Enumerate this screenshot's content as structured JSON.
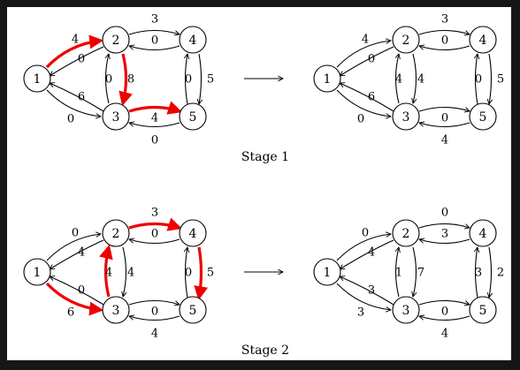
{
  "stages": [
    {
      "caption": "Stage 1",
      "before": {
        "nodes": [
          "1",
          "2",
          "3",
          "4",
          "5"
        ],
        "edges": [
          {
            "from": "1",
            "to": "2",
            "label": "4",
            "highlight": true
          },
          {
            "from": "2",
            "to": "1",
            "label": "0",
            "highlight": false
          },
          {
            "from": "3",
            "to": "1",
            "label": "6",
            "highlight": false
          },
          {
            "from": "1",
            "to": "3",
            "label": "0",
            "highlight": false
          },
          {
            "from": "2",
            "to": "4",
            "label": "3",
            "highlight": false
          },
          {
            "from": "4",
            "to": "2",
            "label": "0",
            "highlight": false
          },
          {
            "from": "3",
            "to": "2",
            "label": "0",
            "highlight": false
          },
          {
            "from": "2",
            "to": "3",
            "label": "8",
            "highlight": true
          },
          {
            "from": "5",
            "to": "4",
            "label": "0",
            "highlight": false
          },
          {
            "from": "4",
            "to": "5",
            "label": "5",
            "highlight": false
          },
          {
            "from": "3",
            "to": "5",
            "label": "4",
            "highlight": true
          },
          {
            "from": "5",
            "to": "3",
            "label": "0",
            "highlight": false
          }
        ]
      },
      "after": {
        "nodes": [
          "1",
          "2",
          "3",
          "4",
          "5"
        ],
        "edges": [
          {
            "from": "2",
            "to": "1",
            "label": "0",
            "highlight": false
          },
          {
            "from": "1",
            "to": "2",
            "label": "4",
            "highlight": false
          },
          {
            "from": "3",
            "to": "1",
            "label": "6",
            "highlight": false
          },
          {
            "from": "1",
            "to": "3",
            "label": "0",
            "highlight": false
          },
          {
            "from": "2",
            "to": "4",
            "label": "3",
            "highlight": false
          },
          {
            "from": "4",
            "to": "2",
            "label": "0",
            "highlight": false
          },
          {
            "from": "3",
            "to": "2",
            "label": "4",
            "highlight": false
          },
          {
            "from": "2",
            "to": "3",
            "label": "4",
            "highlight": false
          },
          {
            "from": "5",
            "to": "4",
            "label": "0",
            "highlight": false
          },
          {
            "from": "4",
            "to": "5",
            "label": "5",
            "highlight": false
          },
          {
            "from": "3",
            "to": "5",
            "label": "0",
            "highlight": false
          },
          {
            "from": "5",
            "to": "3",
            "label": "4",
            "highlight": false
          }
        ]
      }
    },
    {
      "caption": "Stage 2",
      "before": {
        "nodes": [
          "1",
          "2",
          "3",
          "4",
          "5"
        ],
        "edges": [
          {
            "from": "1",
            "to": "2",
            "label": "0",
            "highlight": false
          },
          {
            "from": "2",
            "to": "1",
            "label": "4",
            "highlight": false
          },
          {
            "from": "1",
            "to": "3",
            "label": "6",
            "highlight": true
          },
          {
            "from": "3",
            "to": "1",
            "label": "0",
            "highlight": false
          },
          {
            "from": "2",
            "to": "4",
            "label": "3",
            "highlight": true
          },
          {
            "from": "4",
            "to": "2",
            "label": "0",
            "highlight": false
          },
          {
            "from": "3",
            "to": "2",
            "label": "4",
            "highlight": true
          },
          {
            "from": "2",
            "to": "3",
            "label": "4",
            "highlight": false
          },
          {
            "from": "5",
            "to": "4",
            "label": "0",
            "highlight": false
          },
          {
            "from": "4",
            "to": "5",
            "label": "5",
            "highlight": true
          },
          {
            "from": "3",
            "to": "5",
            "label": "0",
            "highlight": false
          },
          {
            "from": "5",
            "to": "3",
            "label": "4",
            "highlight": false
          }
        ]
      },
      "after": {
        "nodes": [
          "1",
          "2",
          "3",
          "4",
          "5"
        ],
        "edges": [
          {
            "from": "1",
            "to": "2",
            "label": "0",
            "highlight": false
          },
          {
            "from": "2",
            "to": "1",
            "label": "4",
            "highlight": false
          },
          {
            "from": "1",
            "to": "3",
            "label": "3",
            "highlight": false
          },
          {
            "from": "3",
            "to": "1",
            "label": "3",
            "highlight": false
          },
          {
            "from": "2",
            "to": "4",
            "label": "0",
            "highlight": false
          },
          {
            "from": "4",
            "to": "2",
            "label": "3",
            "highlight": false
          },
          {
            "from": "3",
            "to": "2",
            "label": "1",
            "highlight": false
          },
          {
            "from": "2",
            "to": "3",
            "label": "7",
            "highlight": false
          },
          {
            "from": "5",
            "to": "4",
            "label": "3",
            "highlight": false
          },
          {
            "from": "4",
            "to": "5",
            "label": "2",
            "highlight": false
          },
          {
            "from": "3",
            "to": "5",
            "label": "0",
            "highlight": false
          },
          {
            "from": "5",
            "to": "3",
            "label": "4",
            "highlight": false
          }
        ]
      }
    }
  ],
  "colors": {
    "highlight": "#ee0000",
    "stroke": "#000000",
    "background": "#ffffff",
    "frame": "#161616"
  }
}
